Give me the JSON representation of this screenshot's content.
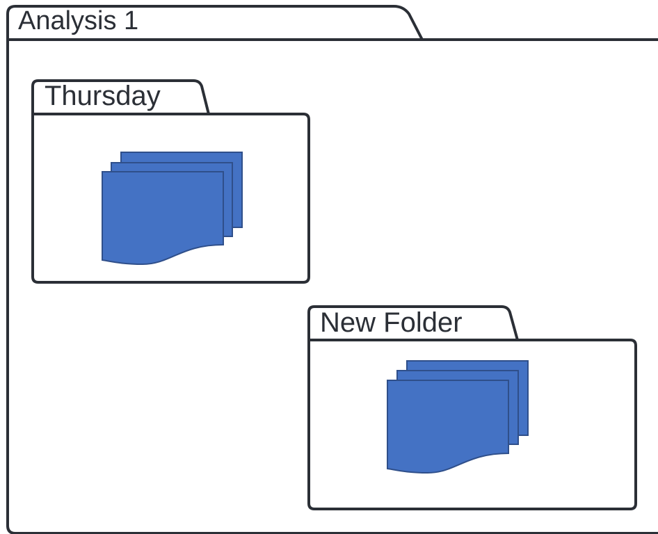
{
  "main_folder": {
    "label": "Analysis 1"
  },
  "folders": [
    {
      "label": "Thursday",
      "icon": "documents-icon"
    },
    {
      "label": "New Folder",
      "icon": "documents-icon"
    }
  ],
  "colors": {
    "outline": "#2b2f36",
    "document_fill": "#4472c4",
    "document_stroke": "#2f4f8a",
    "background": "#ffffff"
  }
}
